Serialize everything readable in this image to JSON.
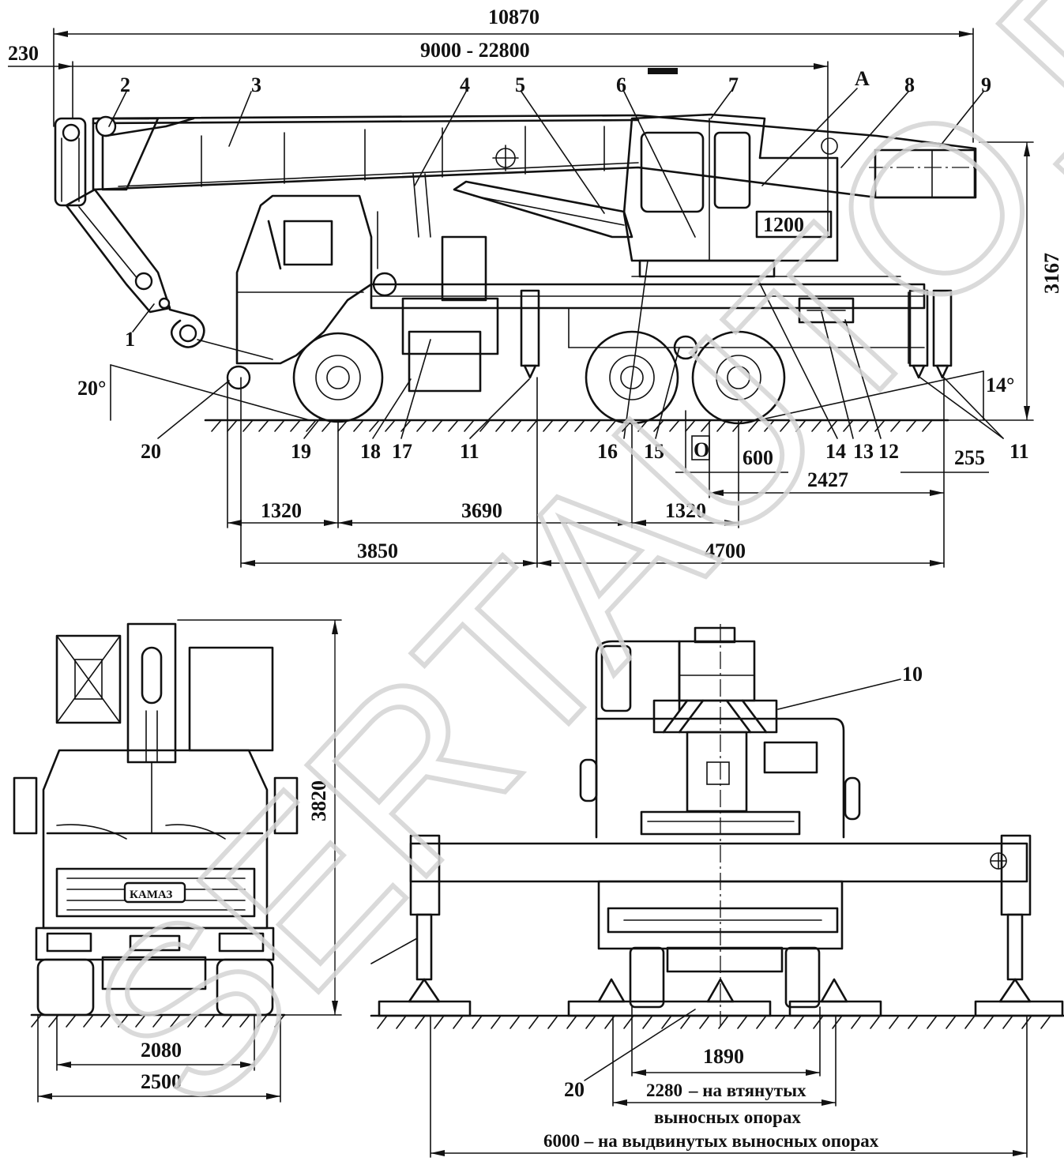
{
  "dimensions": {
    "total_length": "10870",
    "boom_offset": "230",
    "boom_length_range": "9000 - 22800",
    "height": "3167",
    "cab_width": "1200",
    "cab_offset": "600",
    "rear_offset": "2427",
    "rear_overhang": "255",
    "front_overhang": "1320",
    "wheelbase_front": "3690",
    "bogie": "1320",
    "outrigger_front": "3850",
    "outrigger_rear": "4700",
    "front_height": "3820",
    "track_width": "2080",
    "overall_width": "2500",
    "rear_track": "1890",
    "outriggers_retracted_value": "2280",
    "outriggers_retracted_caption_1": "– на втянутых",
    "outriggers_retracted_caption_2": "выносных опорах",
    "outriggers_extended": "6000 – на выдвинутых выносных опорах"
  },
  "angles": {
    "approach": "20°",
    "departure": "14°"
  },
  "callouts": {
    "n1": "1",
    "n2": "2",
    "n3": "3",
    "n4": "4",
    "n5": "5",
    "n6": "6",
    "n7": "7",
    "nA": "A",
    "n8": "8",
    "n9": "9",
    "n10": "10",
    "n11a": "11",
    "n11b": "11",
    "n12": "12",
    "n13": "13",
    "n14": "14",
    "n15": "15",
    "n16": "16",
    "n17": "17",
    "n18": "18",
    "n19": "19",
    "n20a": "20",
    "n20b": "20",
    "nO": "O"
  },
  "logo": "КАМАЗ",
  "watermark": "SERTAUTO.RU"
}
